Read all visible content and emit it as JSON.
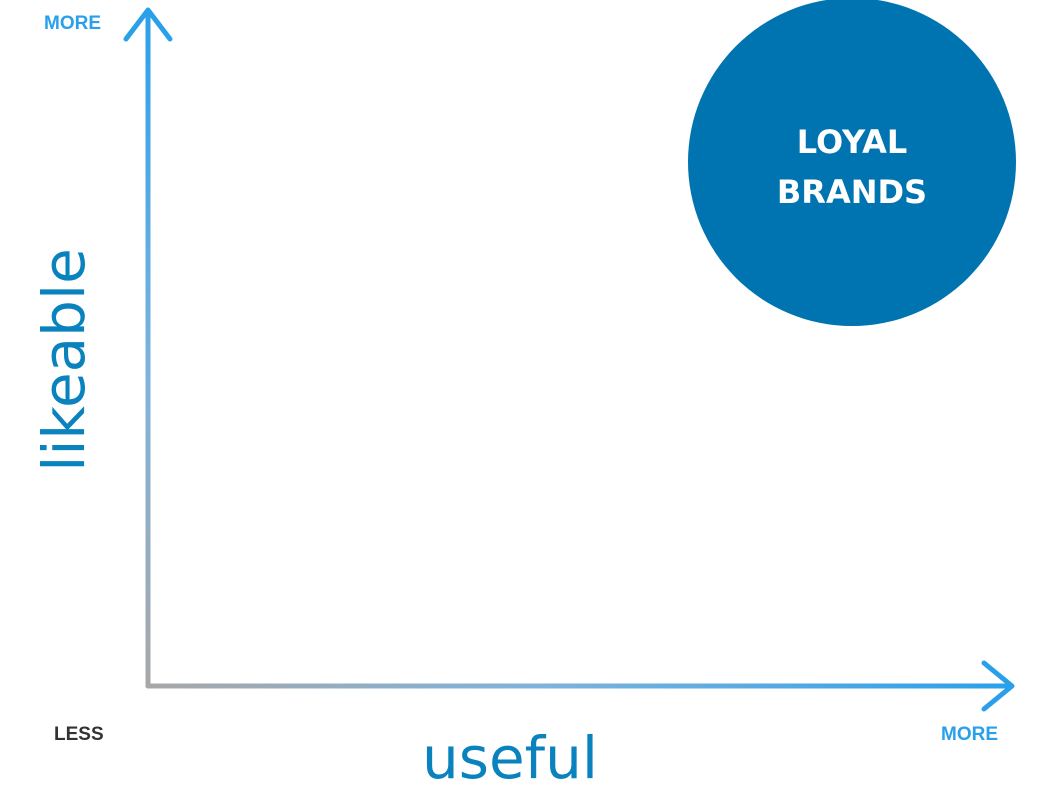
{
  "diagram": {
    "y_axis": {
      "title": "likeable",
      "top_label": "MORE"
    },
    "x_axis": {
      "title": "useful",
      "right_label": "MORE"
    },
    "origin_label": "LESS",
    "bubble": {
      "line1": "LOYAL",
      "line2": "BRANDS"
    }
  },
  "colors": {
    "accent": "#2AA0EA",
    "axis_gray": "#A8A8A8",
    "title_blue": "#0A82BD",
    "bubble_fill": "#0074B0",
    "bubble_text": "#FFFFFF",
    "label_dark": "#333333"
  }
}
